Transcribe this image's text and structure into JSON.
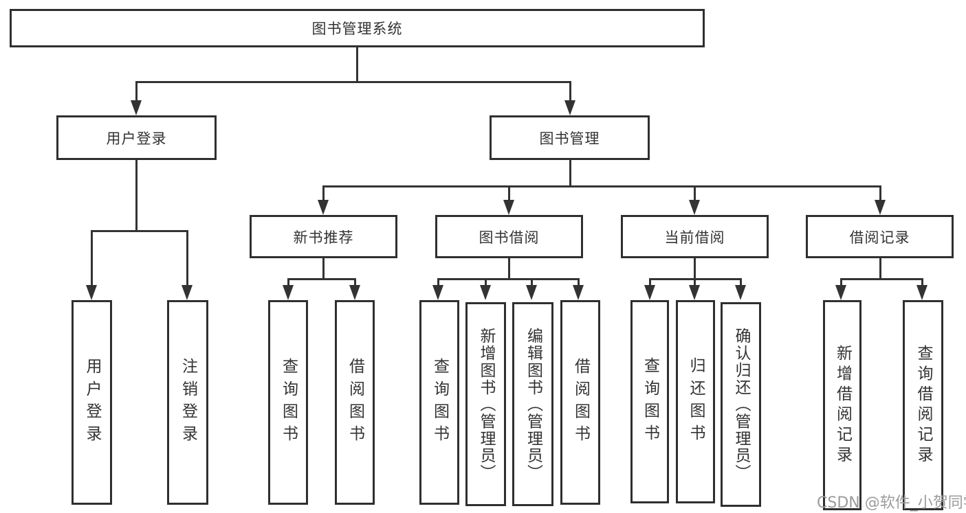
{
  "diagram": {
    "root": {
      "label": "图书管理系统"
    },
    "level2": [
      {
        "label": "用户登录"
      },
      {
        "label": "图书管理"
      }
    ],
    "level3": [
      {
        "label": "新书推荐"
      },
      {
        "label": "图书借阅"
      },
      {
        "label": "当前借阅"
      },
      {
        "label": "借阅记录"
      }
    ],
    "leaves": {
      "user": [
        {
          "label": "用户登录"
        },
        {
          "label": "注销登录"
        }
      ],
      "recommend": [
        {
          "label": "查询图书"
        },
        {
          "label": "借阅图书"
        }
      ],
      "borrow": [
        {
          "label": "查询图书"
        },
        {
          "label": "新增图书（管理员）"
        },
        {
          "label": "编辑图书（管理员）"
        },
        {
          "label": "借阅图书"
        }
      ],
      "current": [
        {
          "label": "查询图书"
        },
        {
          "label": "归还图书"
        },
        {
          "label": "确认归还（管理员）"
        }
      ],
      "records": [
        {
          "label": "新增借阅记录"
        },
        {
          "label": "查询借阅记录"
        }
      ]
    },
    "watermark": "CSDN @软件_小贺同学",
    "colors": {
      "line": "#333333",
      "box_border": "#2f2f2f",
      "text": "#333333",
      "watermark": "#9b9b9b",
      "background": "#ffffff"
    }
  }
}
